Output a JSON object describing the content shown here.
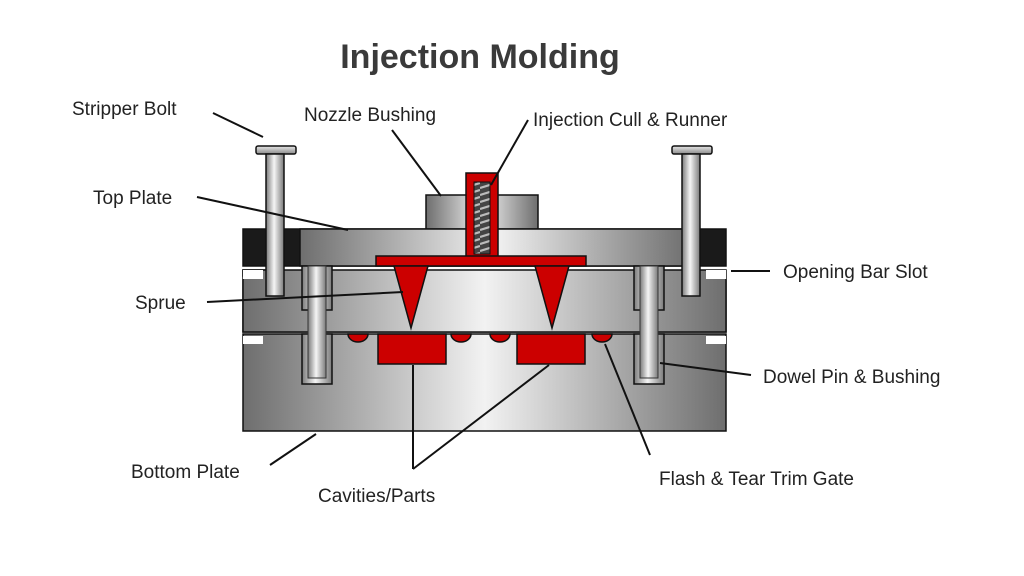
{
  "title": "Injection Molding",
  "labels": {
    "stripper_bolt": "Stripper Bolt",
    "nozzle_bushing": "Nozzle Bushing",
    "injection_cull_runner": "Injection Cull & Runner",
    "top_plate": "Top Plate",
    "opening_bar_slot": "Opening Bar Slot",
    "sprue": "Sprue",
    "dowel_pin_bushing": "Dowel Pin & Bushing",
    "bottom_plate": "Bottom Plate",
    "flash_tear_trim_gate": "Flash & Tear Trim Gate",
    "cavities_parts": "Cavities/Parts"
  },
  "colors": {
    "molten_plastic": "#cc0000",
    "top_plate": "#1a1a1a",
    "steel_dark": "#6e6e6e",
    "steel_light": "#ededed"
  }
}
